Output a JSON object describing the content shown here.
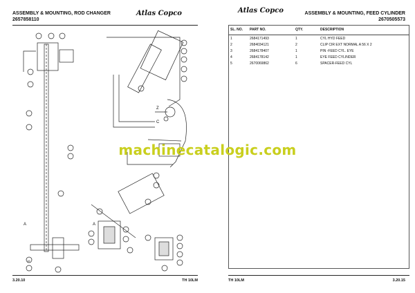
{
  "left_page": {
    "title_line1": "ASSEMBLY & MOUNTING, ROD CHANGER",
    "title_line2": "2657858110",
    "logo": "Atlas Copco",
    "footer_left": "3.20.10",
    "footer_right": "TH 10LM",
    "callouts": [
      "Z",
      "C",
      "A",
      "A",
      "19"
    ]
  },
  "right_page": {
    "logo": "Atlas Copco",
    "title_line1": "ASSEMBLY & MOUNTING, FEED CYLINDER",
    "title_line2": "2670505573",
    "footer_left": "TH 10LM",
    "footer_right": "3.20.15",
    "table": {
      "headers": [
        "SL. NO.",
        "PART NO.",
        "QTY.",
        "DESCRIPTION"
      ],
      "rows": [
        [
          "1",
          "2684171493",
          "1",
          "CYL HYD FEED"
        ],
        [
          "2",
          "2684034121",
          "2",
          "CLIP CIR EXT NORMAL A 56 X 2"
        ],
        [
          "3",
          "2684178407",
          "1",
          "PIN -FEED CYL. EYE"
        ],
        [
          "4",
          "2684178142",
          "1",
          "EYE FEED CYLINDER"
        ],
        [
          "5",
          "2670069862",
          "6",
          "SPACER-FEED CYL"
        ]
      ]
    }
  },
  "watermark": "machinecatalogic.com"
}
